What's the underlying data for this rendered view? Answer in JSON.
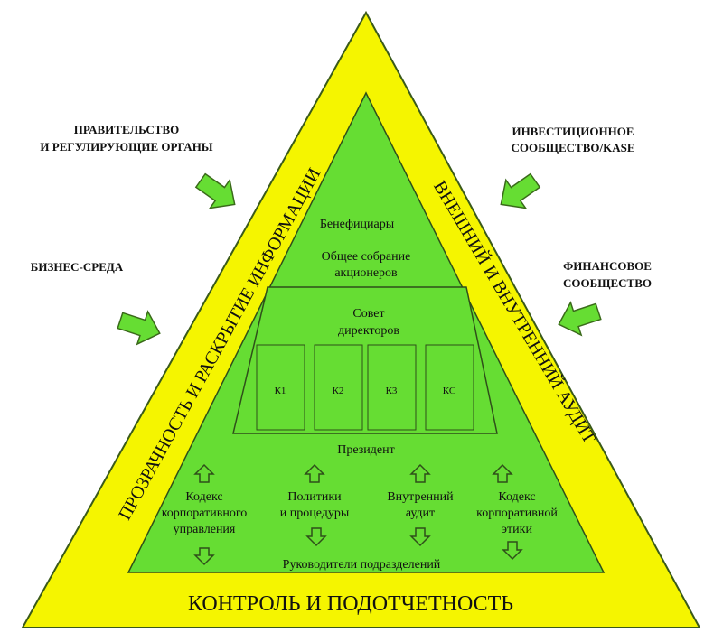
{
  "external": {
    "government": [
      "ПРАВИТЕЛЬСТВО",
      "И РЕГУЛИРУЮЩИЕ ОРГАНЫ"
    ],
    "business": "БИЗНЕС-СРЕДА",
    "investment": [
      "ИНВЕСТИЦИОННОЕ",
      "СООБЩЕСТВО/KASE"
    ],
    "financial": [
      "ФИНАНСОВОЕ",
      "СООБЩЕСТВО"
    ]
  },
  "bands": {
    "left": "ПРОЗРАЧНОСТЬ И РАСКРЫТИЕ ИНФОРМАЦИИ",
    "right": "ВНЕШНИЙ И ВНУТРЕННИЙ АУДИТ",
    "bottom": "КОНТРОЛЬ И ПОДОТЧЕТНОСТЬ"
  },
  "inner": {
    "beneficiaries": "Бенефициары",
    "general_meeting": [
      "Общее собрание",
      "акционеров"
    ],
    "board": [
      "Совет",
      "директоров"
    ],
    "committees": [
      "К1",
      "К2",
      "К3",
      "КС"
    ],
    "president": "Президент",
    "items": [
      [
        "Кодекс",
        "корпоративного",
        "управления"
      ],
      [
        "Политики",
        "и процедуры"
      ],
      [
        "Внутренний",
        "аудит"
      ],
      [
        "Кодекс",
        "корпоративной",
        "этики"
      ]
    ],
    "heads": "Руководители подразделений"
  },
  "colors": {
    "outer_fill": "#f5f500",
    "inner_fill": "#66dd33",
    "arrow_fill": "#66dd33",
    "stroke": "#3a5a1a"
  }
}
